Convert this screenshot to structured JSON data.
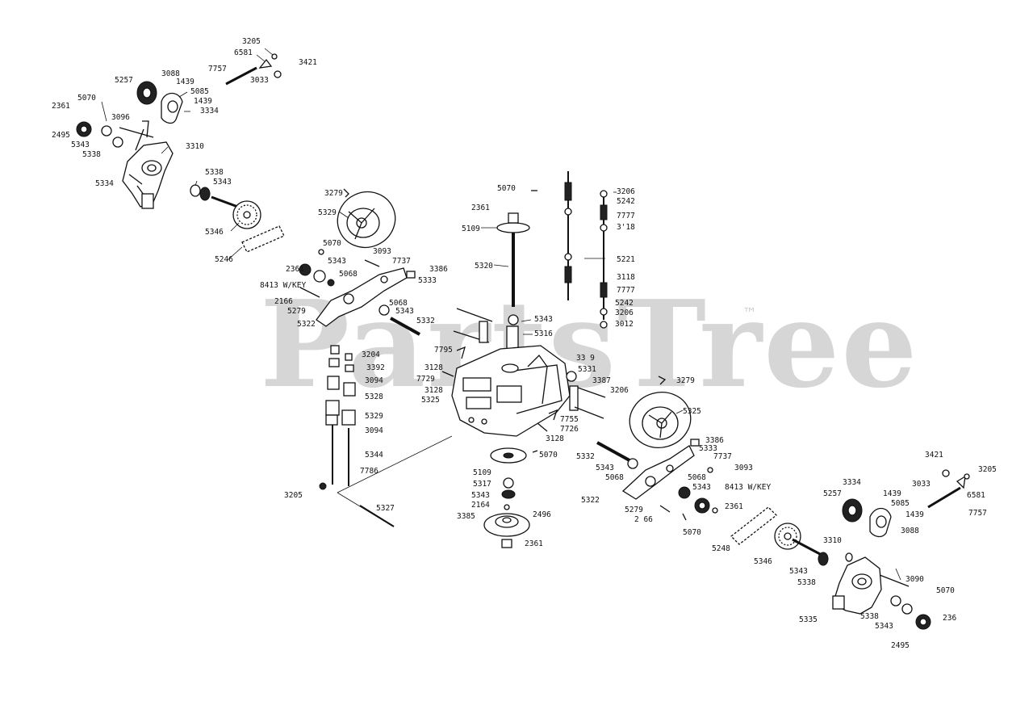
{
  "watermark": {
    "text": "PartsTree",
    "trademark": "™"
  },
  "part_labels": [
    "3205",
    "6581",
    "3421",
    "7757",
    "3033",
    "5257",
    "3088",
    "1439",
    "5085",
    "1439",
    "3334",
    "5070",
    "2361",
    "3096",
    "2495",
    "5343",
    "5338",
    "3310",
    "5334",
    "5338",
    "5343",
    "5346",
    "5246",
    "3279",
    "5329",
    "5070",
    "3093",
    "7737",
    "3386",
    "2361",
    "5343",
    "5068",
    "5333",
    "8413 W/KEY",
    "2166",
    "5279",
    "5068",
    "5343",
    "5322",
    "5332",
    "5070",
    "2361",
    "5109",
    "5320",
    "5343",
    "5316",
    "3206",
    "5242",
    "7777",
    "3'18",
    "5221",
    "3118",
    "7777",
    "5242",
    "3206",
    "3012",
    "3204",
    "3392",
    "3094",
    "5328",
    "5329",
    "3094",
    "5344",
    "7786",
    "3205",
    "5327",
    "7795",
    "3128",
    "7729",
    "3128",
    "5325",
    "33 9",
    "5331",
    "3387",
    "3206",
    "3279",
    "5325",
    "7755",
    "7726",
    "3128",
    "5109",
    "5070",
    "5317",
    "5343",
    "2164",
    "3385",
    "2496",
    "2361",
    "3386",
    "5333",
    "7737",
    "3093",
    "5332",
    "5343",
    "5068",
    "5068",
    "5343",
    "8413 W/KEY",
    "2361",
    "5322",
    "5279",
    "2 66",
    "5070",
    "5248",
    "5346",
    "3421",
    "3205",
    "3033",
    "6581",
    "7757",
    "5257",
    "3334",
    "1439",
    "5085",
    "1439",
    "3088",
    "3310",
    "5343",
    "5338",
    "3090",
    "5070",
    "5335",
    "5338",
    "5343",
    "236",
    "2495"
  ]
}
